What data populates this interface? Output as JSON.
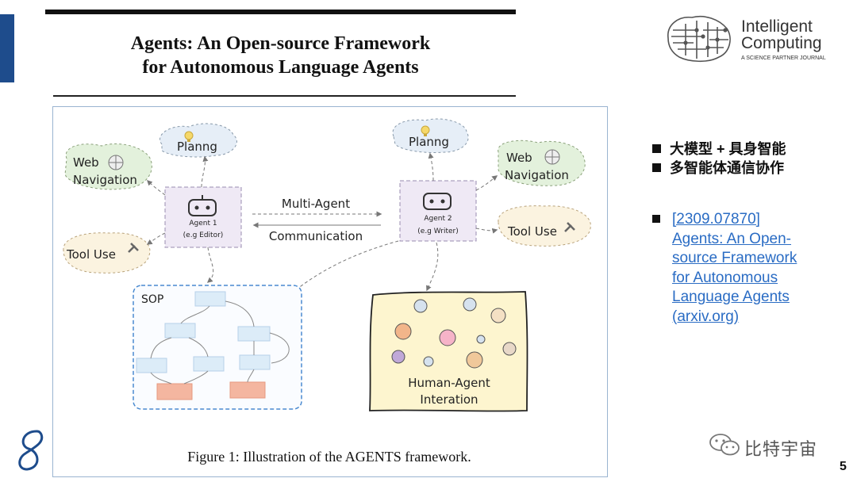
{
  "slide": {
    "title_line1": "Agents: An Open-source Framework",
    "title_line2": "for Autonomous Language Agents",
    "page_number": "5"
  },
  "logo": {
    "name_line1": "Intelligent",
    "name_line2": "Computing",
    "tagline": "A SCIENCE PARTNER JOURNAL"
  },
  "bullets": [
    {
      "text": "大模型 + 具身智能"
    },
    {
      "text": "多智能体通信协作"
    }
  ],
  "reference": {
    "lines": [
      "[2309.07870]",
      "Agents: An Open-",
      "source Framework",
      "for Autonomous",
      "Language Agents",
      "(arxiv.org)"
    ]
  },
  "watermark": {
    "text": "比特宇宙"
  },
  "figure": {
    "caption": "Figure 1: Illustration of the AGENTS framework.",
    "agent1": {
      "name": "Agent 1",
      "role": "(e.g Editor)"
    },
    "agent2": {
      "name": "Agent 2",
      "role": "(e.g Writer)"
    },
    "left_planning": "Planng",
    "right_planning": "Planng",
    "left_web": [
      "Web",
      "Navigation"
    ],
    "right_web": [
      "Web",
      "Navigation"
    ],
    "left_tool": "Tool Use",
    "right_tool": "Tool Use",
    "multi_agent": "Multi-Agent",
    "communication": "Communication",
    "sop_label": "SOP",
    "interaction": [
      "Human-Agent",
      "Interation"
    ]
  }
}
